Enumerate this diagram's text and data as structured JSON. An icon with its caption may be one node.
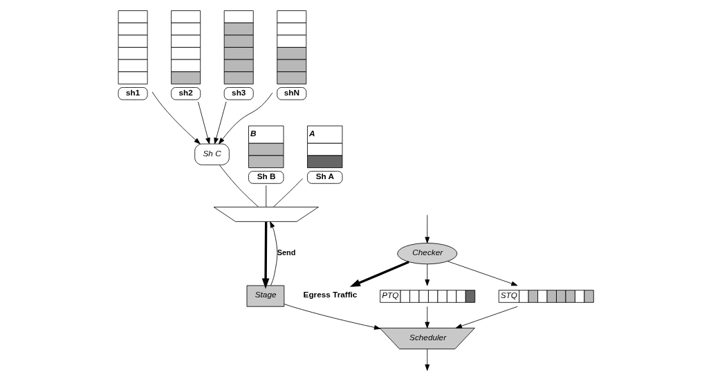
{
  "diagram": {
    "nodes": [
      {
        "text": [
          "sh1"
        ]
      },
      {
        "text": [
          "sh2"
        ]
      },
      {
        "text": [
          "sh3"
        ]
      },
      {
        "text": [
          "shN"
        ]
      },
      {
        "text": [
          "Sh C"
        ]
      },
      {
        "text": [
          "B",
          "Sh B"
        ]
      },
      {
        "text": [
          "A",
          "Sh A"
        ]
      },
      {
        "text": [],
        "shape": "trapezoid"
      },
      {
        "text": [
          "Egress Traffic"
        ]
      },
      {
        "text": [
          "Stage"
        ]
      },
      {
        "text": [
          "Checker"
        ]
      },
      {
        "text": [
          "PTQ"
        ]
      },
      {
        "text": [
          "STQ"
        ]
      },
      {
        "text": [
          "Scheduler"
        ]
      }
    ],
    "edges": [
      {
        "from": 0,
        "to": 4,
        "arrow": "to"
      },
      {
        "from": 1,
        "to": 4,
        "arrow": "to"
      },
      {
        "from": 2,
        "to": 4,
        "arrow": "to"
      },
      {
        "from": 3,
        "to": 4,
        "arrow": "to"
      },
      {
        "from": 4,
        "to": 7,
        "arrow": "none"
      },
      {
        "from": 5,
        "to": 7,
        "arrow": "none"
      },
      {
        "from": 6,
        "to": 7,
        "arrow": "none"
      },
      {
        "from": 7,
        "to": 9,
        "arrow": "to",
        "style": "thick"
      },
      {
        "from": 9,
        "to": 7,
        "arrow": "to",
        "label": "Send"
      },
      {
        "from": 10,
        "to": 8,
        "arrow": "to",
        "style": "thick"
      },
      {
        "from": null,
        "to": 10,
        "arrow": "to"
      },
      {
        "from": 10,
        "to": 11,
        "arrow": "to"
      },
      {
        "from": 10,
        "to": 12,
        "arrow": "to"
      },
      {
        "from": 9,
        "to": 13,
        "arrow": "to"
      },
      {
        "from": 11,
        "to": 13,
        "arrow": "to"
      },
      {
        "from": 12,
        "to": 13,
        "arrow": "to"
      },
      {
        "from": 13,
        "to": null,
        "arrow": "to"
      }
    ]
  }
}
